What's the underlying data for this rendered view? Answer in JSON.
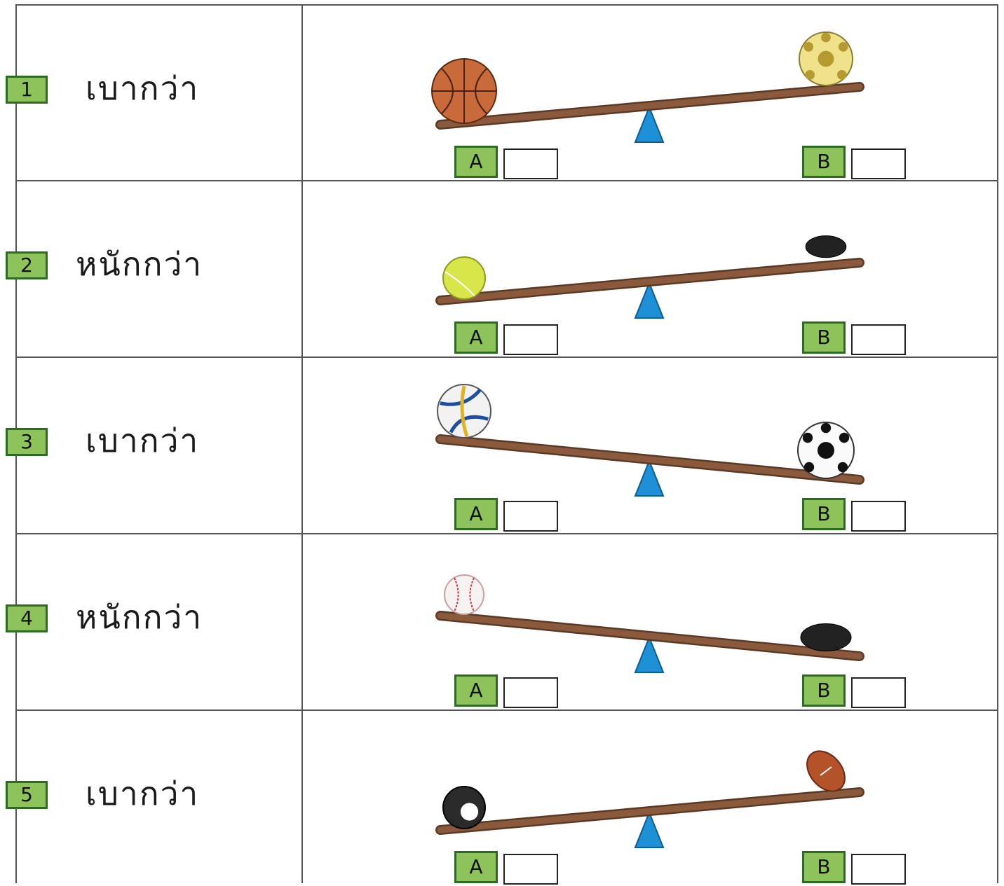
{
  "labels": {
    "a": "A",
    "b": "B"
  },
  "rows": [
    {
      "number": "1",
      "prompt": "เบากว่า",
      "tilt": "right-up",
      "left_ball": "basketball-icon",
      "right_ball": "soccer-ball-yellow-icon"
    },
    {
      "number": "2",
      "prompt": "หนักกว่า",
      "tilt": "right-up",
      "left_ball": "tennis-ball-icon",
      "right_ball": "hockey-puck-icon"
    },
    {
      "number": "3",
      "prompt": "เบากว่า",
      "tilt": "left-up",
      "left_ball": "volleyball-icon",
      "right_ball": "soccer-ball-icon"
    },
    {
      "number": "4",
      "prompt": "หนักกว่า",
      "tilt": "left-up",
      "left_ball": "baseball-icon",
      "right_ball": "hockey-puck-icon"
    },
    {
      "number": "5",
      "prompt": "เบากว่า",
      "tilt": "right-up",
      "left_ball": "billiard-ball-icon",
      "right_ball": "football-icon"
    }
  ],
  "colors": {
    "badge_fill": "#8dc35a",
    "badge_border": "#2e6b22",
    "plank": "#8b5a3c",
    "fulcrum": "#1e90d6"
  }
}
